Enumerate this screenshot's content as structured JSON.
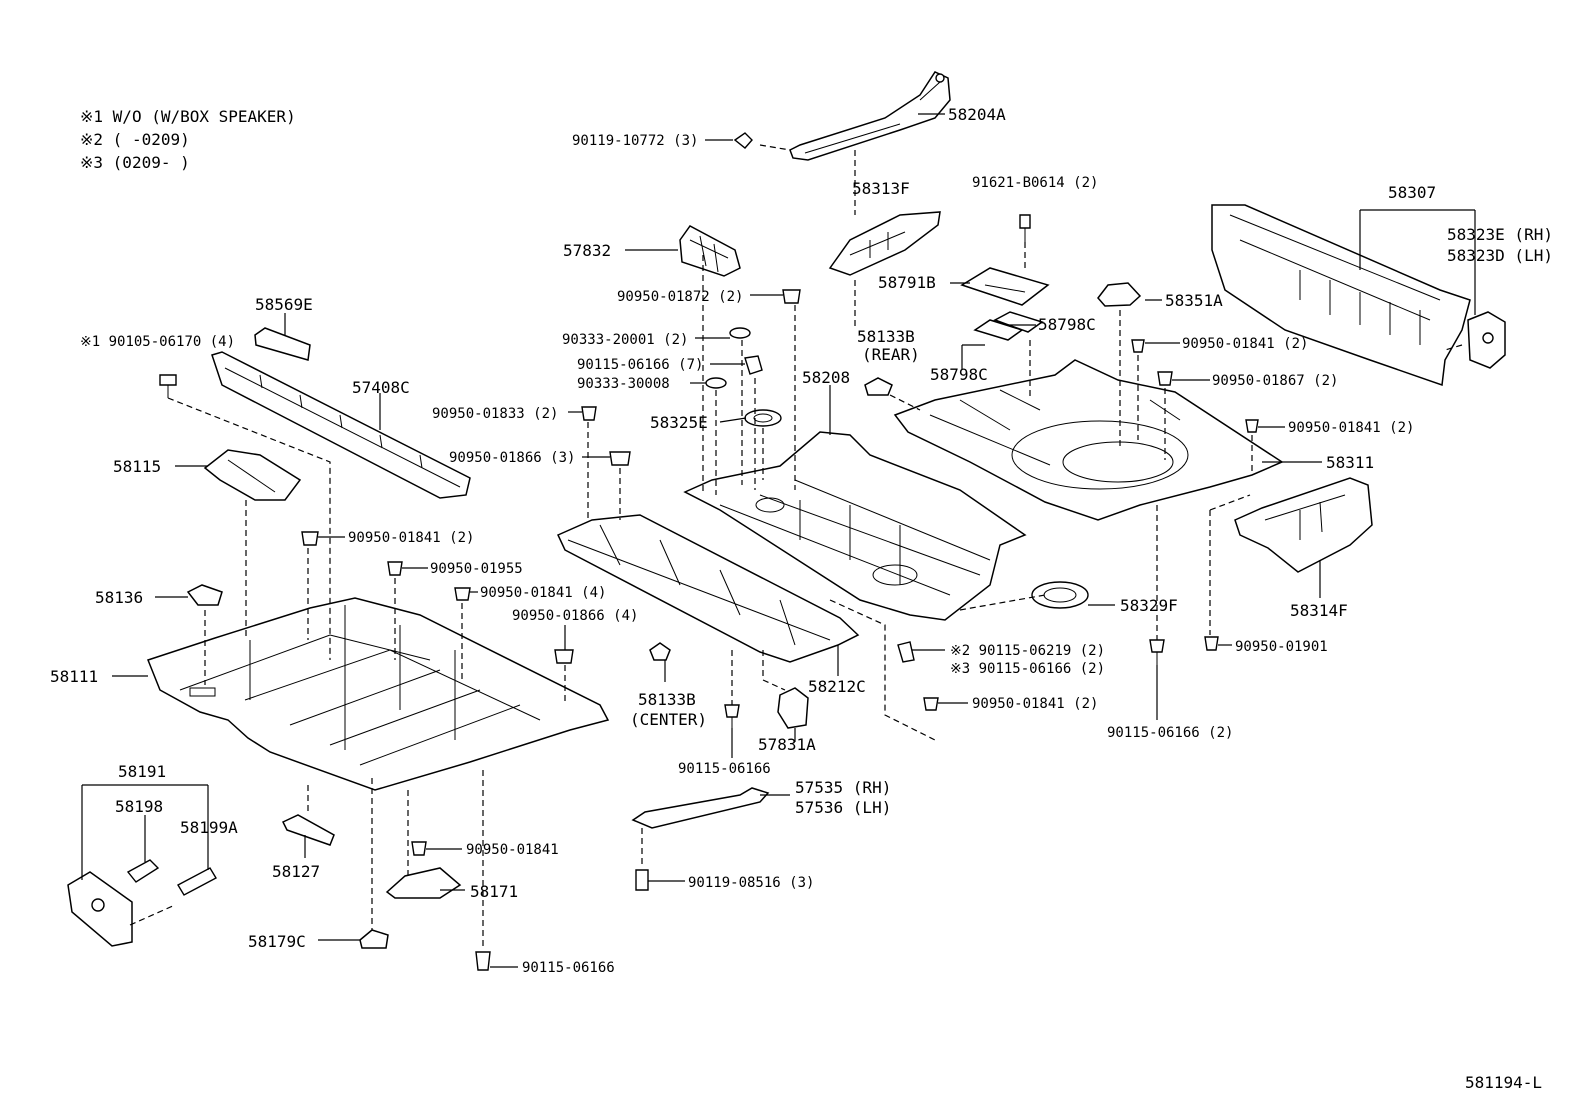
{
  "notes": [
    "※1 W/O (W/BOX SPEAKER)",
    "※2 (     -0209)",
    "※3 (0209-     )"
  ],
  "diagram_id": "581194-L",
  "labels": {
    "p90119_10772": "90119-10772 (3)",
    "p58204A": "58204A",
    "p58313F": "58313F",
    "p91621_B0614": "91621-B0614 (2)",
    "p58307": "58307",
    "p58323E": "58323E (RH)",
    "p58323D": "58323D (LH)",
    "p57832": "57832",
    "p90950_01872": "90950-01872 (2)",
    "p58791B": "58791B",
    "p58351A": "58351A",
    "p58569E": "58569E",
    "p90105_06170": "※1 90105-06170 (4)",
    "p90333_20001": "90333-20001 (2)",
    "p58133B_rear": "58133B",
    "p58133B_rear_sub": "(REAR)",
    "p58798C_a": "58798C",
    "p58798C_b": "58798C",
    "p90950_01841_a": "90950-01841 (2)",
    "p90115_06166_7": "90115-06166 (7)",
    "p57408C": "57408C",
    "p90333_30008": "90333-30008",
    "p58208": "58208",
    "p90950_01867": "90950-01867 (2)",
    "p90950_01833": "90950-01833 (2)",
    "p58325E": "58325E",
    "p90950_01841_b": "90950-01841 (2)",
    "p58115": "58115",
    "p90950_01866_3": "90950-01866 (3)",
    "p58311": "58311",
    "p90950_01841_c": "90950-01841 (2)",
    "p90950_01955": "90950-01955",
    "p58136": "58136",
    "p90950_01841_4": "90950-01841 (4)",
    "p90950_01866_4": "90950-01866 (4)",
    "p58329F": "58329F",
    "p58314F": "58314F",
    "p90115_06219": "※2 90115-06219 (2)",
    "p90115_06166_2a": "※3 90115-06166 (2)",
    "p90950_01901": "90950-01901",
    "p58111": "58111",
    "p58133B_center": "58133B",
    "p58133B_center_sub": "(CENTER)",
    "p58212C": "58212C",
    "p90950_01841_d": "90950-01841 (2)",
    "p90115_06166_2b": "90115-06166 (2)",
    "p57831A": "57831A",
    "p90115_06166_a": "90115-06166",
    "p58191": "58191",
    "p58198": "58198",
    "p58199A": "58199A",
    "p57535": "57535 (RH)",
    "p57536": "57536 (LH)",
    "p90950_01841_e": "90950-01841",
    "p58127": "58127",
    "p58171": "58171",
    "p90119_08516": "90119-08516 (3)",
    "p58179C": "58179C",
    "p90115_06166_b": "90115-06166"
  }
}
